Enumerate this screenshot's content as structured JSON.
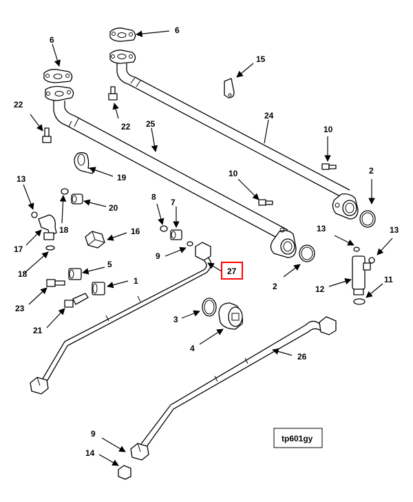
{
  "figure_id": "tp601gy",
  "highlight_color": "#ff0000",
  "callouts": {
    "c6a": "6",
    "c6b": "6",
    "c15": "15",
    "c22a": "22",
    "c22b": "22",
    "c24": "24",
    "c25": "25",
    "c10a": "10",
    "c10b": "10",
    "c19": "19",
    "c2a": "2",
    "c2b": "2",
    "c13a": "13",
    "c13b": "13",
    "c13c": "13",
    "c20": "20",
    "c18a": "18",
    "c18b": "18",
    "c17": "17",
    "c8": "8",
    "c7": "7",
    "c16": "16",
    "c9a": "9",
    "c9b": "9",
    "c27": "27",
    "c5": "5",
    "c1": "1",
    "c23": "23",
    "c21": "21",
    "c3": "3",
    "c4": "4",
    "c12": "12",
    "c11": "11",
    "c26": "26",
    "c14": "14"
  }
}
